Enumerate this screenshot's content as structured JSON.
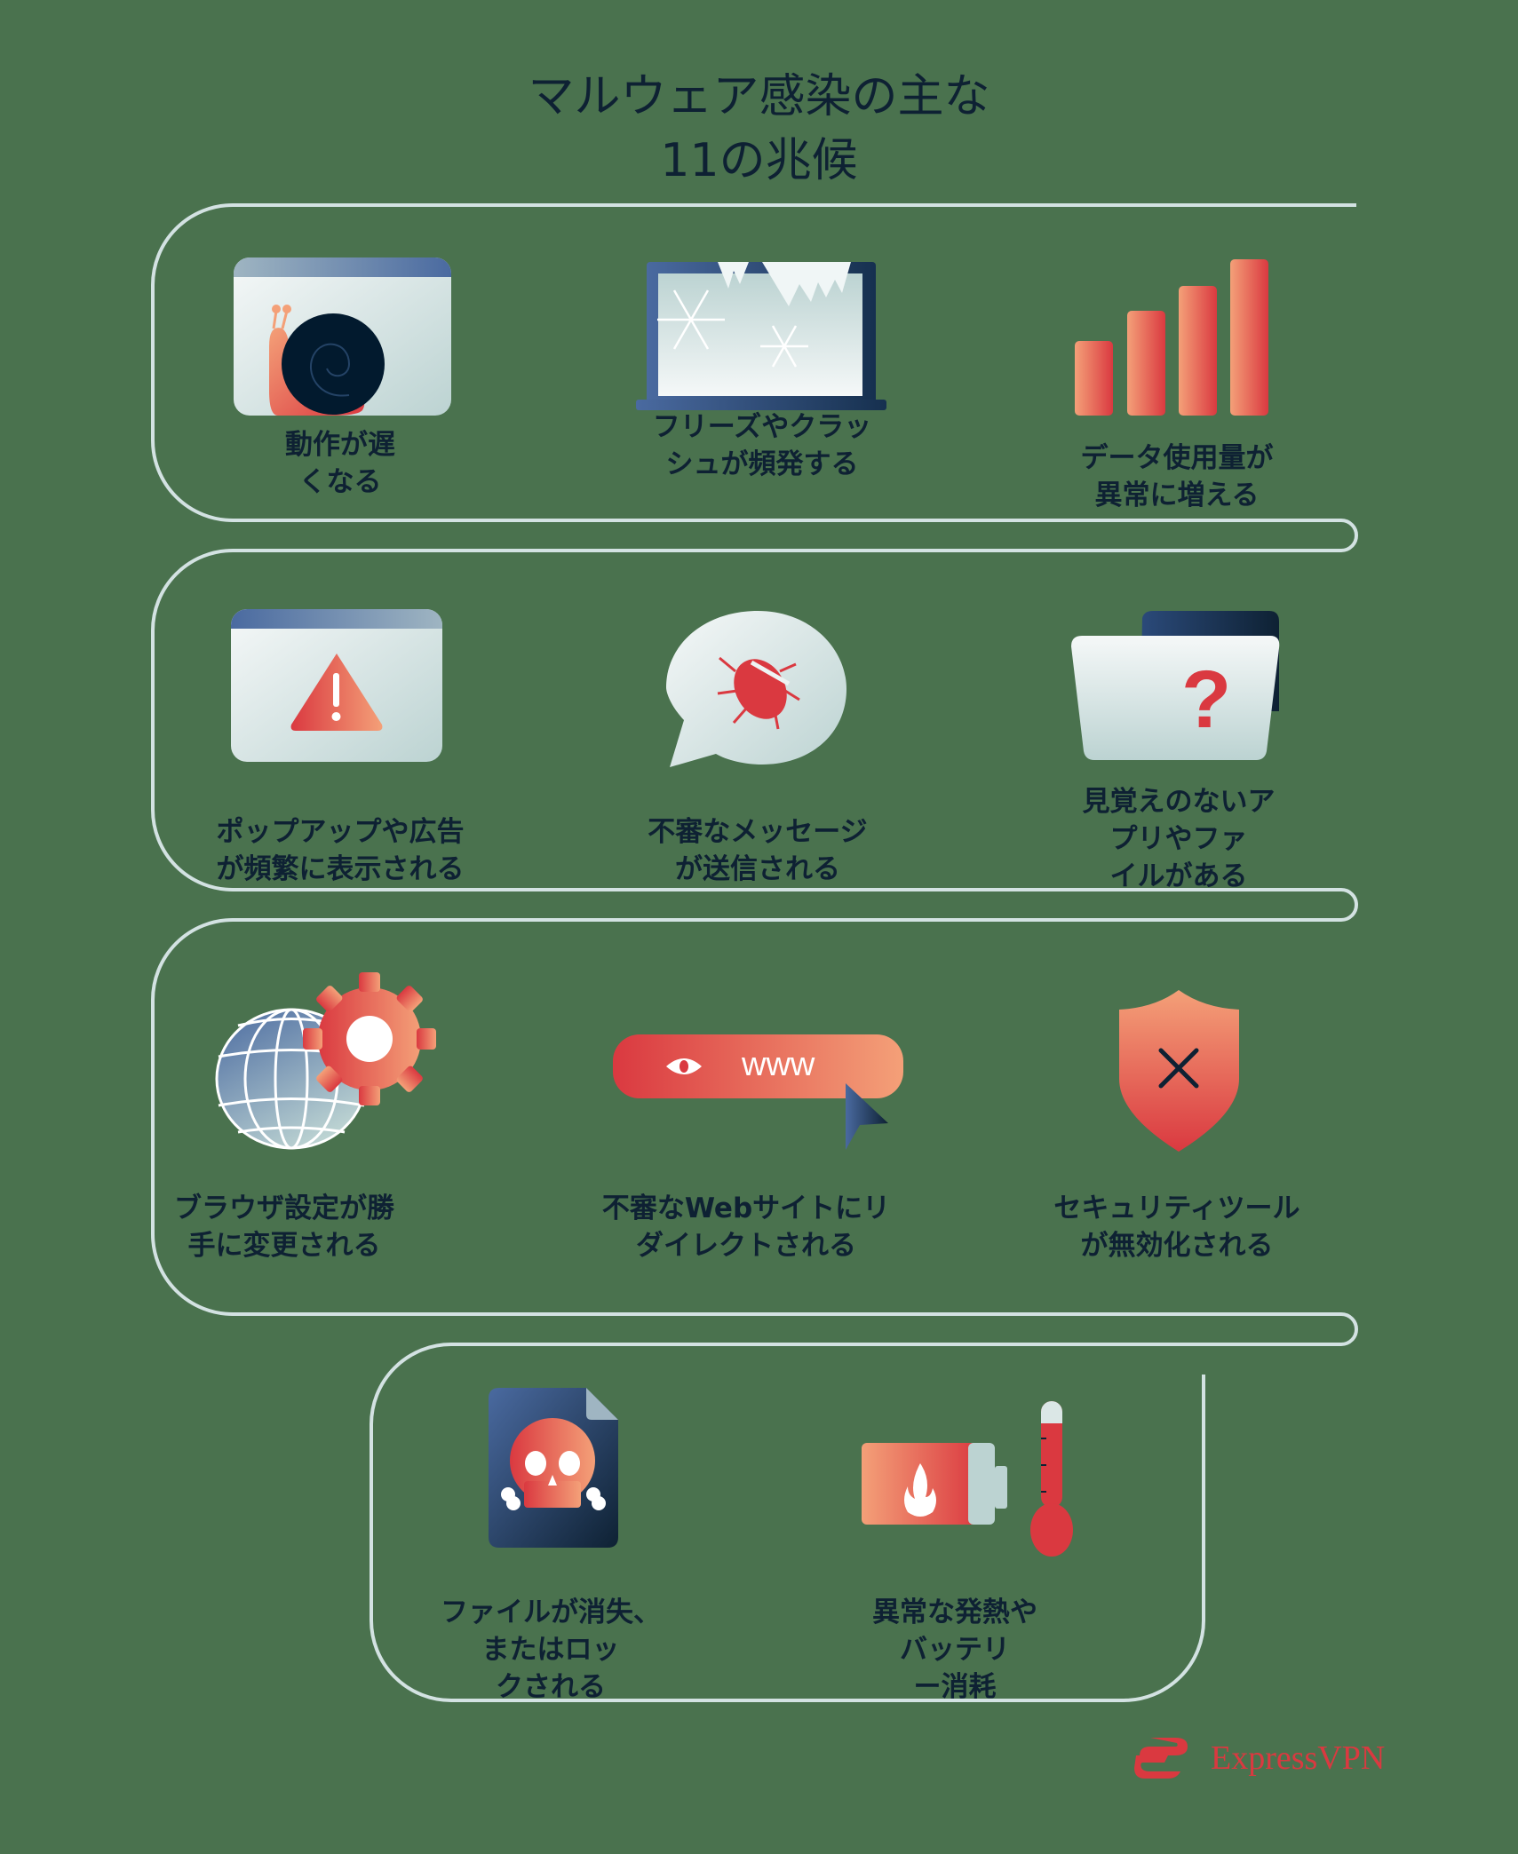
{
  "title": {
    "line1": "マルウェア感染の主な",
    "line2": "11の兆候"
  },
  "colors": {
    "background": "#4a724e",
    "text": "#0e2133",
    "path_line": "#d3e2e2",
    "accent_red": "#da3940",
    "accent_peach": "#f4a078",
    "navy": "#1c365c",
    "steel_blue": "#4a6aa0"
  },
  "signs": [
    {
      "id": 1,
      "icon": "snail-window-icon",
      "label": "動作が遅\nくなる"
    },
    {
      "id": 2,
      "icon": "frozen-laptop-icon",
      "label": "フリーズやクラッ\nシュが頻発する"
    },
    {
      "id": 3,
      "icon": "rising-bars-icon",
      "label": "データ使用量が\n異常に増える"
    },
    {
      "id": 4,
      "icon": "warning-popup-icon",
      "label": "ポップアップや広告\nが頻繁に表示される"
    },
    {
      "id": 5,
      "icon": "bug-message-icon",
      "label": "不審なメッセージ\nが送信される"
    },
    {
      "id": 6,
      "icon": "unknown-folder-icon",
      "label": "見覚えのないア\nプリやファ\nイルがある"
    },
    {
      "id": 7,
      "icon": "globe-gear-icon",
      "label": "ブラウザ設定が勝\n手に変更される"
    },
    {
      "id": 8,
      "icon": "www-redirect-icon",
      "label": "不審なWebサイトにリ\nダイレクトされる",
      "icon_text": "www"
    },
    {
      "id": 9,
      "icon": "shield-x-icon",
      "label": "セキュリティツール\nが無効化される"
    },
    {
      "id": 10,
      "icon": "skull-file-icon",
      "label": "ファイルが消失、\nまたはロッ\nクされる"
    },
    {
      "id": 11,
      "icon": "hot-battery-icon",
      "label": "異常な発熱や\nバッテリ\nー消耗"
    }
  ],
  "brand": {
    "name": "ExpressVPN"
  }
}
